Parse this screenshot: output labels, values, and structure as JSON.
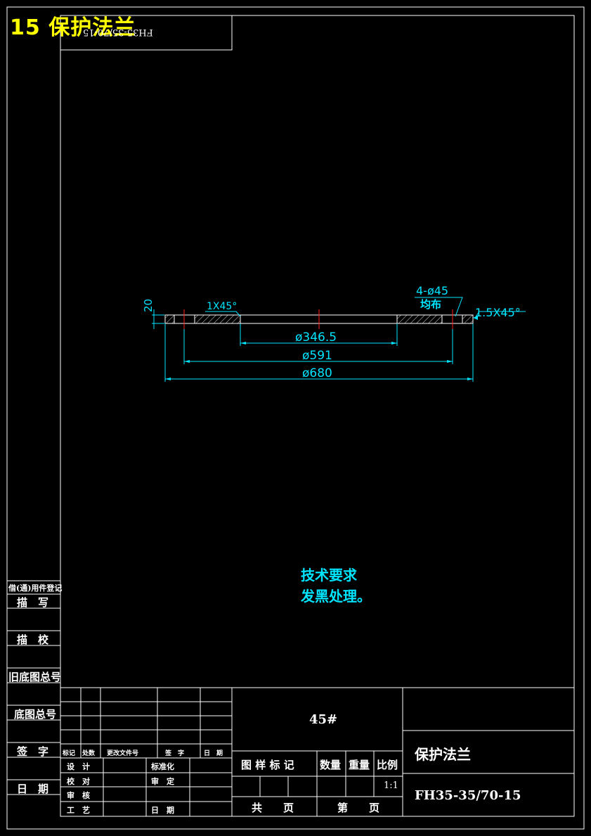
{
  "header": {
    "title": "15  保护法兰",
    "drawing_no_mirrored": "FH35-35/70-15"
  },
  "drawing": {
    "thickness": "20",
    "chamfer_inner": "1X45°",
    "chamfer_outer": "1.5X45°",
    "holes": "4-ø45",
    "holes_note": "均布",
    "dim_inner": "ø346.5",
    "dim_bolt_circle": "ø591",
    "dim_outer": "ø680"
  },
  "notes": {
    "heading": "技术要求",
    "line1": "发黑处理。"
  },
  "left_strip": {
    "borrow": "借(通)用件登记",
    "trace": "描　写",
    "check": "描　校",
    "old_base": "旧底图总号",
    "base": "底图总号",
    "sign": "签　字",
    "date": "日　期"
  },
  "title_block": {
    "material": "45#",
    "part_name": "保护法兰",
    "part_number": "FH35-35/70-15",
    "rev_headers": [
      "标记",
      "处数",
      "更改文件号",
      "签　字",
      "日　期"
    ],
    "design": "设　计",
    "check": "校　对",
    "review": "审　核",
    "process": "工　艺",
    "standard": "标准化",
    "approve": "审　定",
    "date": "日　期",
    "mark": "图 样 标 记",
    "qty": "数量",
    "weight": "重量",
    "scale": "比例",
    "scale_value": "1:1",
    "total": "共　　页",
    "sheet": "第　　页"
  },
  "colors": {
    "background": "#000000",
    "lines": "#ffffff",
    "dimensions": "#00e5ff",
    "centerlines": "#ff2020",
    "title": "#ffff00"
  }
}
